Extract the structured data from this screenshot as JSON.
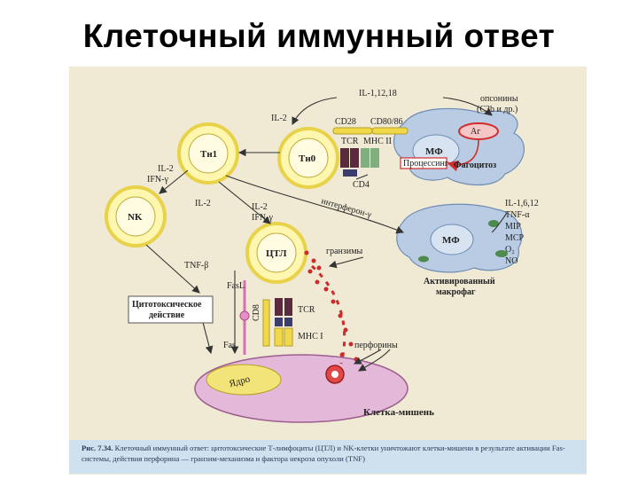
{
  "title": "Клеточный иммунный ответ",
  "cells": {
    "th1": "Тн1",
    "th0": "Тн0",
    "nk": "NK",
    "ctl": "ЦТЛ",
    "mf_top": "МФ",
    "mf_bottom": "МФ"
  },
  "labels": {
    "il_1_12_18": "IL-1,12,18",
    "opsonins": "опсонины",
    "opsonins_2": "(C3b и др.)",
    "il2_top": "IL-2",
    "cd28": "CD28",
    "cd80_86": "CD80/86",
    "ag": "Аг",
    "tcr_top": "TCR",
    "mhc_ii": "MHC II",
    "processing": "Процессинг",
    "phagocytosis": "Фагоцитоз",
    "cd4": "CD4",
    "il2_left": "IL-2",
    "ifn_left": "IFN-γ",
    "il2_mid": "IL-2",
    "il2_ctl": "IL-2",
    "ifn_ctl": "IFN-γ",
    "interferon": "интерферон-γ",
    "cytokines_1": "IL-1,6,12",
    "cytokines_2": "TNF-α",
    "cytokines_3": "MIP",
    "cytokines_4": "MCP",
    "cytokines_5": "O₂",
    "cytokines_6": "NO",
    "activated_macrophage_1": "Активированный",
    "activated_macrophage_2": "макрофаг",
    "tnf_b": "TNF-β",
    "granzymes": "гранзимы",
    "fasl": "FasL",
    "cd8": "CD8",
    "tcr_bottom": "TCR",
    "mhc_i": "MHC I",
    "fas": "Fas",
    "perforins": "перфорины",
    "cytotoxic_1": "Цитотоксическое",
    "cytotoxic_2": "действие",
    "nucleus": "Ядро",
    "target_cell": "Клетка-мишень"
  },
  "caption": {
    "label": "Рис. 7.34.",
    "text": "Клеточный иммунный ответ: цитотоксические Т-лимфоциты (ЦТЛ) и NK-клетки уничтожают клетки-мишени в результате активации Fas-системы, действия перфорина — гранзим-механизма и фактора некроза опухоли (TNF)"
  },
  "colors": {
    "background": "#f0e9d4",
    "cell_fill": "#fff6b0",
    "cell_ring": "#e7d24a",
    "macrophage": "#b9cce3",
    "target_cell": "#e3b8d8",
    "nucleus": "#f3e47a",
    "processing_red": "#d22c2c",
    "caption_bg": "#cfe0ee"
  }
}
